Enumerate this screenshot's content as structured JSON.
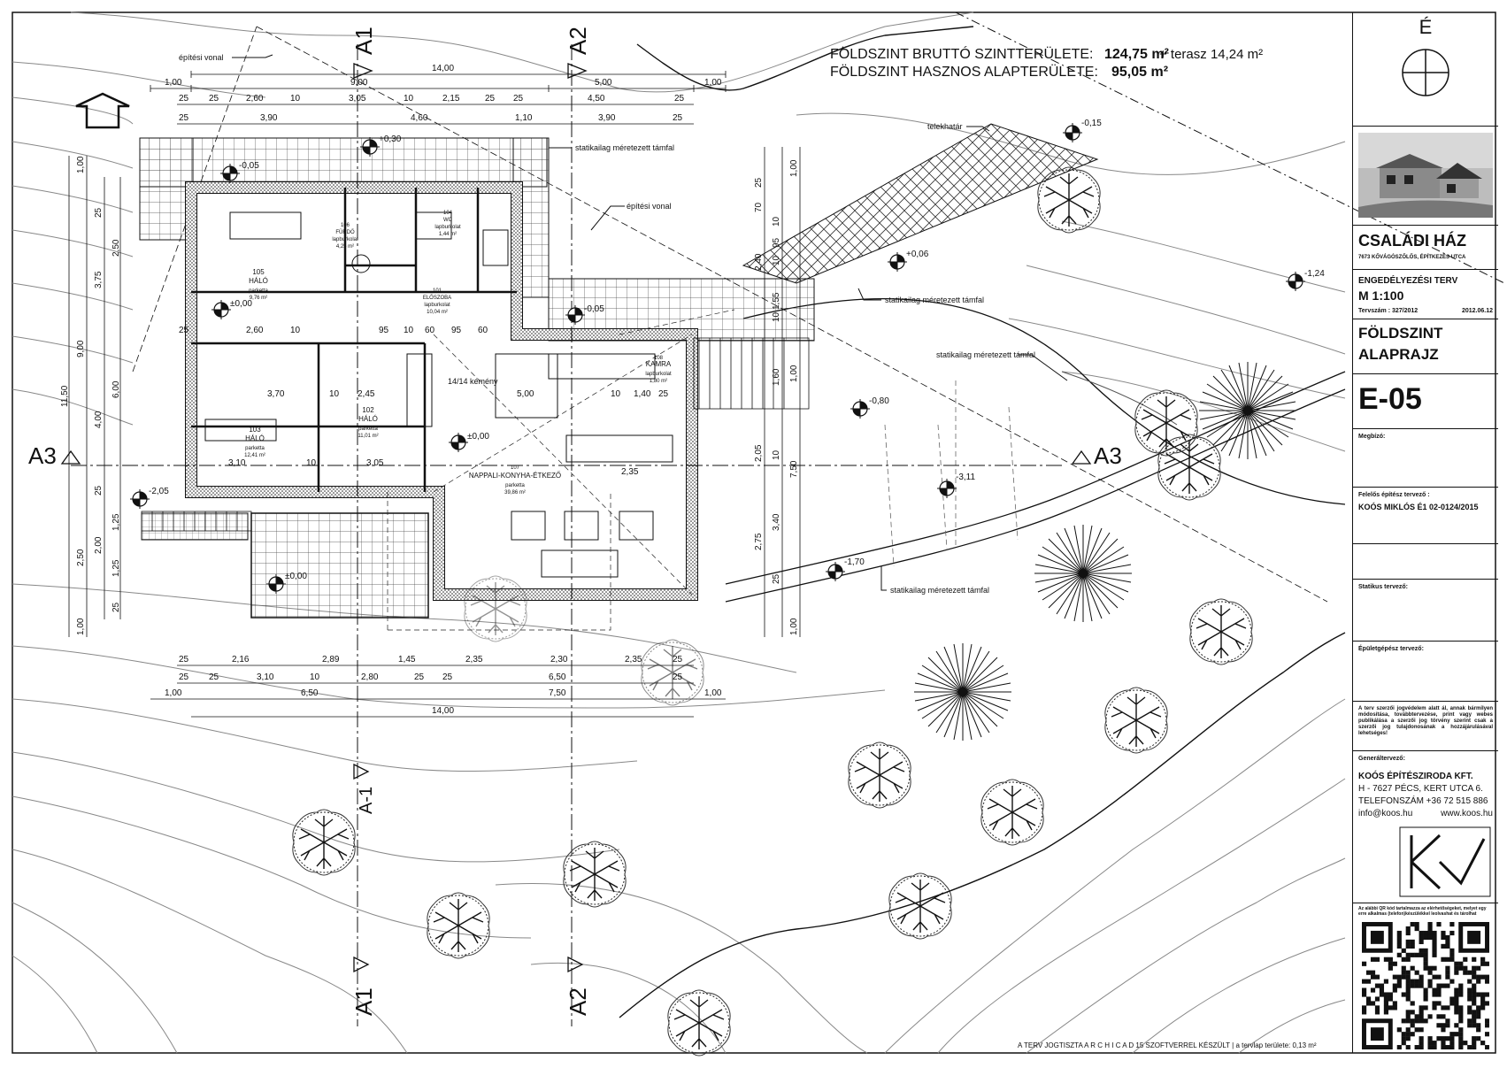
{
  "header": {
    "brutto_label": "FÖLDSZINT BRUTTÓ SZINTTERÜLETE:",
    "brutto_value": "124,75 m²",
    "terasz": "+ terasz 14,24 m²",
    "hasznos_label": "FÖLDSZINT HASZNOS ALAPTERÜLETE:",
    "hasznos_value": "95,05 m²"
  },
  "sections": {
    "a1": "A1",
    "a2": "A2",
    "a3": "A3",
    "a1_mid": "A-1"
  },
  "annotations": {
    "epitesi_vonal_1": "építési vonal",
    "epitesi_vonal_2": "építési vonal",
    "telekhatar": "telekhatár",
    "tamfal": "statikailag méretezett támfal",
    "kemeny": "14/14 kémény"
  },
  "levels": [
    "+0,30",
    "-0,05",
    "±0,00",
    "-0,05",
    "-0,15",
    "+0,06",
    "-1,24",
    "-0,80",
    "-3,11",
    "-1,70",
    "±0,00",
    "±0,00",
    "-2,05"
  ],
  "dimensions_top": {
    "row1": [
      "14,00"
    ],
    "row2": [
      "1,00",
      "9,00",
      "5,00",
      "1,00"
    ],
    "row3": [
      "25",
      "25",
      "2,60",
      "10",
      "3,05",
      "10",
      "2,15",
      "25",
      "25",
      "4,50",
      "25"
    ],
    "row4": [
      "25",
      "3,90",
      "4,60",
      "1,10",
      "3,90",
      "25"
    ]
  },
  "dimensions_bottom": {
    "row1": [
      "25",
      "2,16",
      "2,89",
      "1,45",
      "2,35",
      "2,30",
      "2,35",
      "25"
    ],
    "row2": [
      "25",
      "25",
      "3,10",
      "10",
      "2,80",
      "25",
      "25",
      "6,50",
      "25"
    ],
    "row3": [
      "1,00",
      "6,50",
      "7,50",
      "1,00"
    ],
    "row4": [
      "14,00"
    ]
  },
  "dimensions_left": [
    "1,00",
    "25",
    "2,50",
    "3,75",
    "9,00",
    "11,50",
    "6,00",
    "4,00",
    "25",
    "1,25",
    "2,00",
    "2,50",
    "1,25",
    "25",
    "1,00"
  ],
  "dimensions_right": [
    "1,00",
    "70",
    "25",
    "10",
    "95",
    "10",
    "2,40",
    "1,55",
    "10",
    "1,00",
    "1,60",
    "2,05",
    "10",
    "7,50",
    "3,40",
    "2,75",
    "25",
    "1,00"
  ],
  "rooms": [
    {
      "no": "105",
      "name": "HÁLÓ",
      "floor": "parketta",
      "area": "9,76 m²"
    },
    {
      "no": "106",
      "name": "FÜRDŐ",
      "floor": "lapburkolat",
      "area": "4,25 m²"
    },
    {
      "no": "104",
      "name": "WC",
      "floor": "lapburkolat",
      "area": "1,44 m²"
    },
    {
      "no": "101",
      "name": "ELŐSZOBA",
      "floor": "lapburkolat",
      "area": "10,04 m²"
    },
    {
      "no": "102",
      "name": "HÁLÓ",
      "floor": "parketta",
      "area": "11,01 m²"
    },
    {
      "no": "103",
      "name": "HÁLÓ",
      "floor": "parketta",
      "area": "12,41 m²"
    },
    {
      "no": "107",
      "name": "NAPPALI-KONYHA-ÉTKEZŐ",
      "floor": "parketta",
      "area": "39,86 m²"
    },
    {
      "no": "108",
      "name": "KAMRA",
      "floor": "lapburkolat",
      "area": "1,80 m²"
    }
  ],
  "inner_dims": [
    "3,70",
    "10",
    "2,45",
    "5,00",
    "10",
    "1,40",
    "25",
    "3,10",
    "10",
    "3,05",
    "2,35",
    "2,60",
    "10",
    "95",
    "10",
    "60",
    "95",
    "60",
    "25"
  ],
  "title_block": {
    "north": "É",
    "project": "CSALÁDI HÁZ",
    "address": "7673 KŐVÁGÓSZŐLŐS, ÉPÍTKEZÉS UTCA",
    "plan_type": "ENGEDÉLYEZÉSI TERV",
    "scale": "M 1:100",
    "plan_no": "Tervszám : 327/2012",
    "date": "2012.06.12",
    "title1": "FÖLDSZINT",
    "title2": "ALAPRAJZ",
    "sheet_code": "E-05",
    "client": "Megbízó:",
    "architect_label": "Felelős építész tervező :",
    "architect": "KOÓS MIKLÓS É1 02-0124/2015",
    "static_label": "Statikus tervező:",
    "mep_label": "Épületgépész tervező:",
    "copyright": "A terv szerzői jogvédelem alatt ál, annak bármilyen módosítása, továbbtervezése, print vagy webes publikálása a szerzői jog törvény szerint csak a szerzői jog tulajdonosának a hozzájárulásával lehetséges!",
    "general_label": "Generáltervező:",
    "company": "KOÓS ÉPÍTÉSZIRODA KFT.",
    "company_addr": "H - 7627 PÉCS, KERT UTCA 6.",
    "phone": "TELEFONSZÁM +36 72 515 886",
    "email": "info@koos.hu",
    "web": "www.koos.hu",
    "qr_note": "Az alábbi QR kód tartalmazza az elérhetőségeket, melyet egy erre alkalmas (telefon)készülékkel leolvashat és tárolhat"
  },
  "footer": "A TERV JOGTISZTA  A R C H I C A D  15  SZOFTVERREL KÉSZÜLT  |  a tervlap területe: 0,13 m²"
}
